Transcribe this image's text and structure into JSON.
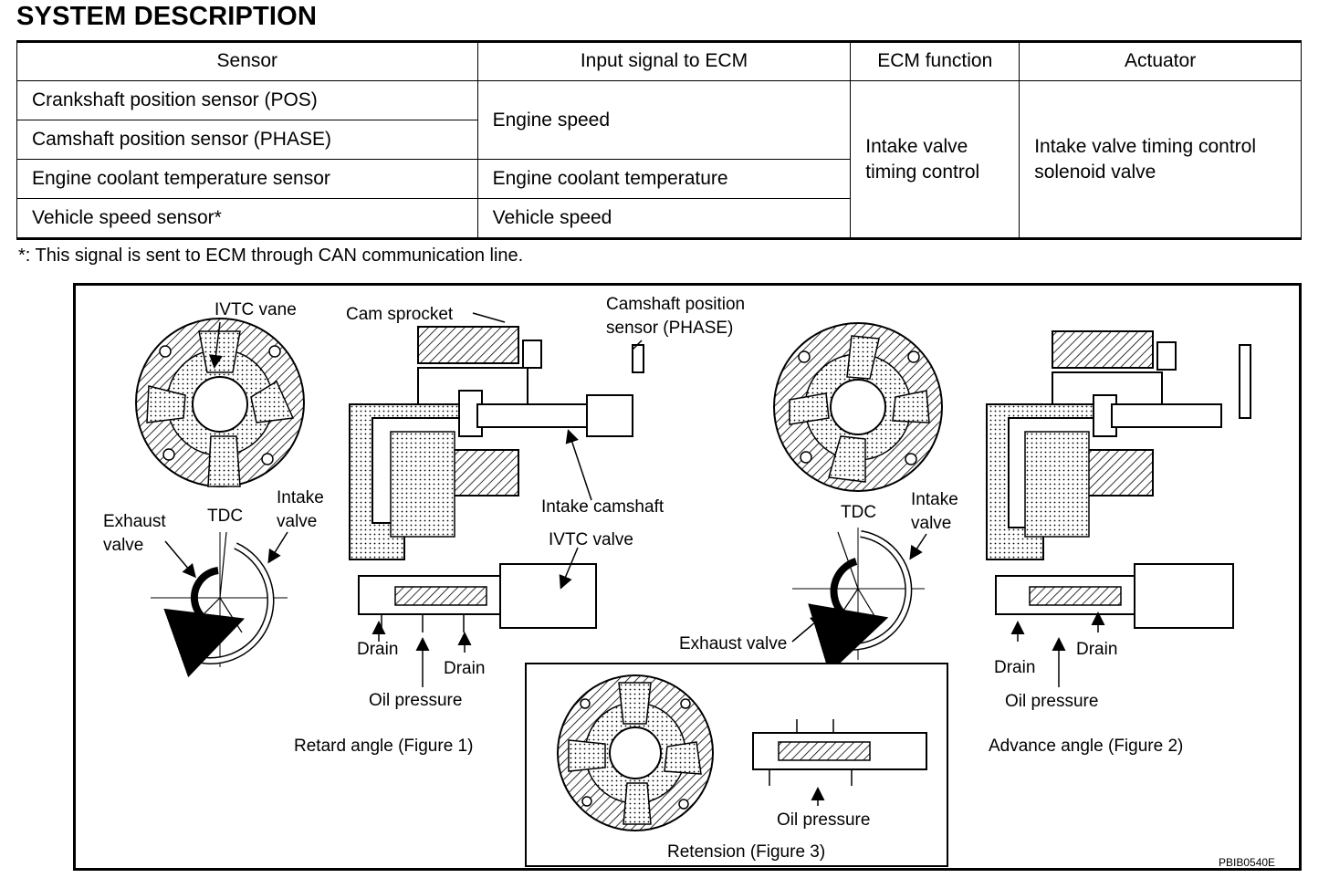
{
  "heading": "SYSTEM DESCRIPTION",
  "table": {
    "headers": [
      "Sensor",
      "Input signal to ECM",
      "ECM function",
      "Actuator"
    ],
    "sensors": [
      "Crankshaft position sensor (POS)",
      "Camshaft position sensor (PHASE)",
      "Engine coolant temperature sensor",
      "Vehicle speed sensor*"
    ],
    "inputs": [
      "Engine speed",
      "Engine coolant temperature",
      "Vehicle speed"
    ],
    "ecm_function": [
      "Intake valve",
      "timing control"
    ],
    "actuator": [
      "Intake valve timing control",
      "solenoid valve"
    ]
  },
  "footnote": "*: This signal is sent to ECM through CAN communication line.",
  "figure": {
    "labels": {
      "ivtc_vane": "IVTC vane",
      "cam_sprocket": "Cam sprocket",
      "camshaft_sensor_1": "Camshaft position",
      "camshaft_sensor_2": "sensor (PHASE)",
      "intake_camshaft": "Intake camshaft",
      "ivtc_valve": "IVTC valve",
      "exhaust_1": "Exhaust",
      "exhaust_2": "valve",
      "tdc_left": "TDC",
      "intake_left_1": "Intake",
      "intake_left_2": "valve",
      "drain_l1": "Drain",
      "drain_l2": "Drain",
      "oil_pressure_left": "Oil pressure",
      "retard_caption": "Retard angle (Figure 1)",
      "tdc_right": "TDC",
      "intake_right_1": "Intake",
      "intake_right_2": "valve",
      "exhaust_valve_right": "Exhaust valve",
      "drain_r1": "Drain",
      "drain_r2": "Drain",
      "oil_pressure_right": "Oil pressure",
      "advance_caption": "Advance angle (Figure 2)",
      "oil_pressure_inset": "Oil pressure",
      "retension_caption": "Retension (Figure 3)",
      "code": "PBIB0540E"
    }
  }
}
